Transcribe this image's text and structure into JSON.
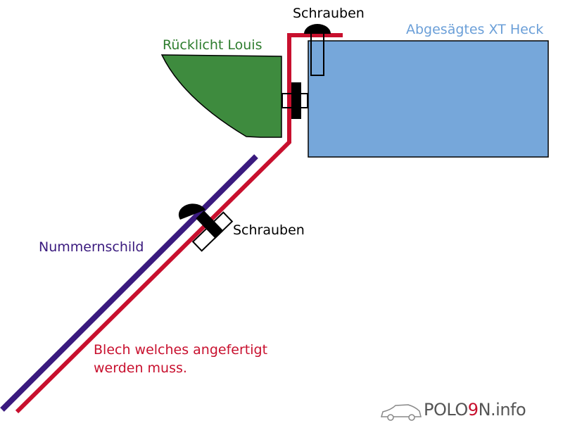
{
  "labels": {
    "screws_top": "Schrauben",
    "sawn_rear": "Abgesägtes XT Heck",
    "tail_light": "Rücklicht Louis",
    "screws_mid": "Schrauben",
    "license_plate": "Nummernschild",
    "sheet_line1": "Blech welches angefertigt",
    "sheet_line2": "werden muss."
  },
  "logo": {
    "text_a": "POLO",
    "text_b": "9",
    "text_c": "N",
    "text_d": ".info"
  },
  "colors": {
    "sheet": "#c8102e",
    "plate": "#3a1a7e",
    "tail_light_fill": "#3e8b3e",
    "tail_light_text": "#2e7d2e",
    "rear_fill": "#76a7da",
    "rear_text": "#6b9fd8",
    "logo_accent": "#c8102e"
  }
}
